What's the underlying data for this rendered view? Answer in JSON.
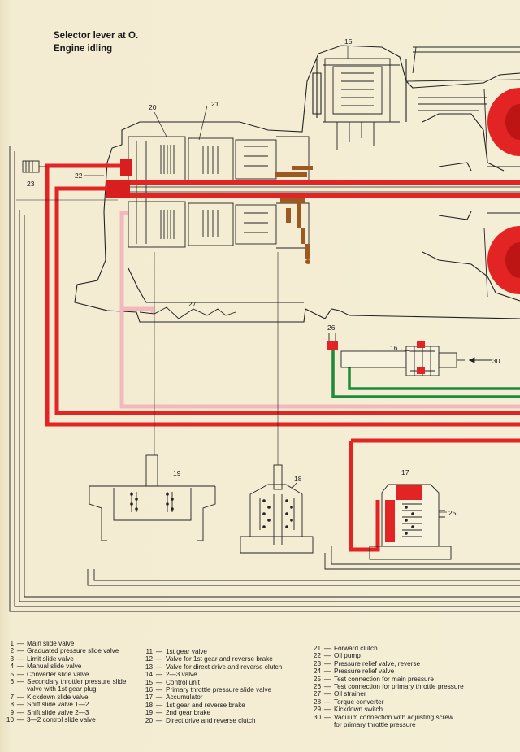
{
  "header": {
    "line1": "Selector lever at O.",
    "line2": "Engine idling"
  },
  "diagram_labels": [
    "15",
    "20",
    "21",
    "22",
    "23",
    "27",
    "26",
    "16",
    "30",
    "19",
    "18",
    "17",
    "25"
  ],
  "colors": {
    "main_pressure": "#e32424",
    "throttle_pressure": "#f1b9bb",
    "green_line": "#1e8a3a",
    "brown_oil": "#9c5a22",
    "line_drawing": "#222222",
    "paper": "#f3ecd2"
  },
  "legend": {
    "col1": [
      {
        "num": "1",
        "text": "Main slide valve"
      },
      {
        "num": "2",
        "text": "Graduated pressure slide valve"
      },
      {
        "num": "3",
        "text": "Limit slide valve"
      },
      {
        "num": "4",
        "text": "Manual slide valve"
      },
      {
        "num": "5",
        "text": "Converter slide valve"
      },
      {
        "num": "6",
        "text": "Secondary throttler pressure slide"
      },
      {
        "num": "",
        "text": "valve with 1st gear plug"
      },
      {
        "num": "7",
        "text": "Kickdown slide valve"
      },
      {
        "num": "8",
        "text": "Shift slide valve 1—2"
      },
      {
        "num": "9",
        "text": "Shift slide valve 2—3"
      },
      {
        "num": "10",
        "text": "3—2 control slide valve"
      }
    ],
    "col2": [
      {
        "num": "11",
        "text": "1st gear valve"
      },
      {
        "num": "12",
        "text": "Valve for 1st gear and reverse brake"
      },
      {
        "num": "13",
        "text": "Valve for direct drive and reverse clutch"
      },
      {
        "num": "14",
        "text": "2—3 valve"
      },
      {
        "num": "15",
        "text": "Control unit"
      },
      {
        "num": "16",
        "text": "Primary throttle pressure slide valve"
      },
      {
        "num": "17",
        "text": "Accumulator"
      },
      {
        "num": "18",
        "text": "1st gear and reverse brake"
      },
      {
        "num": "19",
        "text": "2nd gear brake"
      },
      {
        "num": "20",
        "text": "Direct drive and reverse clutch"
      }
    ],
    "col3": [
      {
        "num": "21",
        "text": "Forward clutch"
      },
      {
        "num": "22",
        "text": "Oil pump"
      },
      {
        "num": "23",
        "text": "Pressure relief valve, reverse"
      },
      {
        "num": "24",
        "text": "Pressure relief valve"
      },
      {
        "num": "25",
        "text": "Test connection for main pressure"
      },
      {
        "num": "26",
        "text": "Test connection for primary throttle pressure"
      },
      {
        "num": "27",
        "text": "Oil strainer"
      },
      {
        "num": "28",
        "text": "Torque converter"
      },
      {
        "num": "29",
        "text": "Kickdown switch"
      },
      {
        "num": "30",
        "text": "Vacuum connection with adjusting screw"
      },
      {
        "num": "",
        "text": "for primary throttle pressure"
      }
    ]
  }
}
